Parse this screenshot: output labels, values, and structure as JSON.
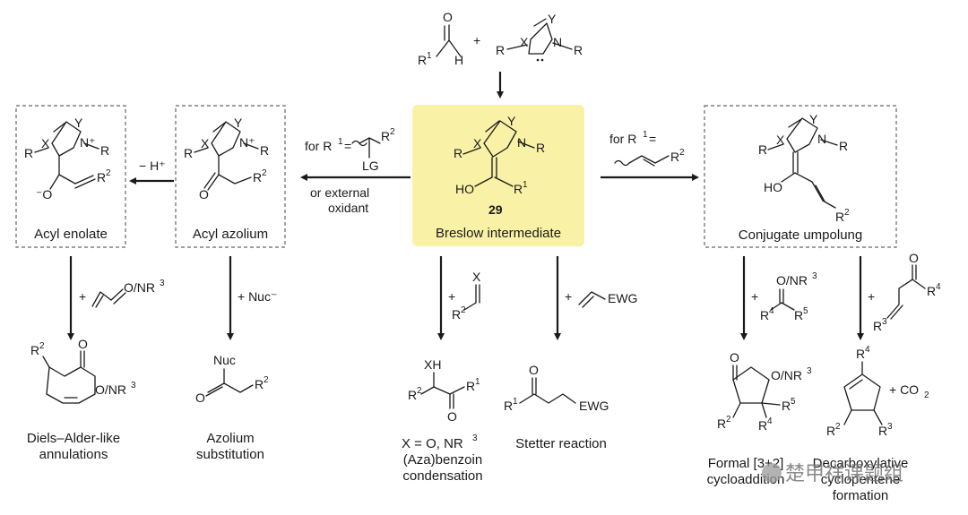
{
  "reactants": {
    "plus": "+",
    "aldehyde_o": "O",
    "aldehyde_r": "R",
    "aldehyde_r_sup": "1",
    "aldehyde_h": "H",
    "nhc_x": "X",
    "nhc_y": "Y",
    "nhc_n": "N",
    "nhc_r": "R"
  },
  "breslow": {
    "title": "Breslow intermediate",
    "number": "29",
    "oh": "HO",
    "r": "R",
    "r_sup": "1",
    "highlight_color": "#f9f1a5"
  },
  "left_branch": {
    "cond_prefix": "for R",
    "cond_sup": "1",
    "cond_eq": "=",
    "cond_r2": "R",
    "cond_r2_sup": "2",
    "cond_lg": "LG",
    "cond_or": "or external",
    "cond_ox": "oxidant",
    "acyl_azolium": "Acyl azolium",
    "acyl_enolate": "Acyl enolate",
    "minus_h": "− H⁺",
    "n_plus": "N⁺",
    "o": "O",
    "o_minus": "⁻O"
  },
  "right_branch": {
    "cond_prefix": "for R",
    "cond_sup": "1",
    "cond_eq": "=",
    "cond_r2": "R",
    "cond_r2_sup": "2",
    "title": "Conjugate umpolung",
    "ho": "HO"
  },
  "products": {
    "da_reagent": "O/NR",
    "da_reagent_sup": "3",
    "da_title1": "Diels–Alder-like",
    "da_title2": "annulations",
    "da_o": "O/NR",
    "az_reagent": "+ Nuc⁻",
    "az_nuc": "Nuc",
    "az_title1": "Azolium",
    "az_title2": "substitution",
    "bz_x": "X",
    "bz_xh": "XH",
    "bz_line1": "X = O, NR",
    "bz_line1_sup": "3",
    "bz_line2": "(Aza)benzoin",
    "bz_line3": "condensation",
    "st_reagent": "EWG",
    "st_ewg": "EWG",
    "st_title": "Stetter reaction",
    "fc_reagent": "O/NR",
    "fc_o": "O/NR",
    "fc_title1": "Formal [3+2]",
    "fc_title2": "cycloaddition",
    "cp_co2": "+ CO",
    "cp_co2_sub": "2",
    "cp_title1": "Decarboxylative",
    "cp_title2": "cyclopentene",
    "cp_title3": "formation"
  },
  "watermark": "楚甲祥课题组"
}
